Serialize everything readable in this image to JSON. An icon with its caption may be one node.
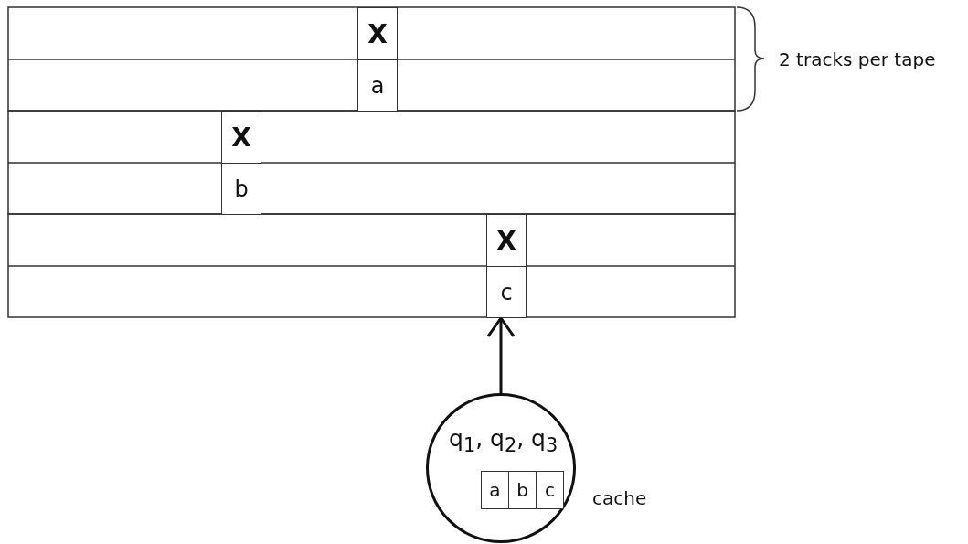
{
  "diagram": {
    "nodes": [
      {
        "text": [
          "X"
        ]
      },
      {
        "text": [
          "a"
        ]
      },
      {
        "text": [
          "X"
        ]
      },
      {
        "text": [
          "b"
        ]
      },
      {
        "text": [
          "X"
        ]
      },
      {
        "text": [
          "c"
        ]
      },
      {
        "text": [
          "q$_{1}$, q$_{2}$, q$_{3}$"
        ]
      },
      {
        "text": [
          "a"
        ],
        "in": 6
      },
      {
        "text": [
          "b"
        ],
        "in": 6
      },
      {
        "text": [
          "c"
        ],
        "in": 6
      }
    ],
    "edges": [
      {
        "from": 6,
        "to": 5,
        "arrow": "to"
      }
    ],
    "labels": [
      "2 tracks per tape",
      "cache"
    ]
  }
}
